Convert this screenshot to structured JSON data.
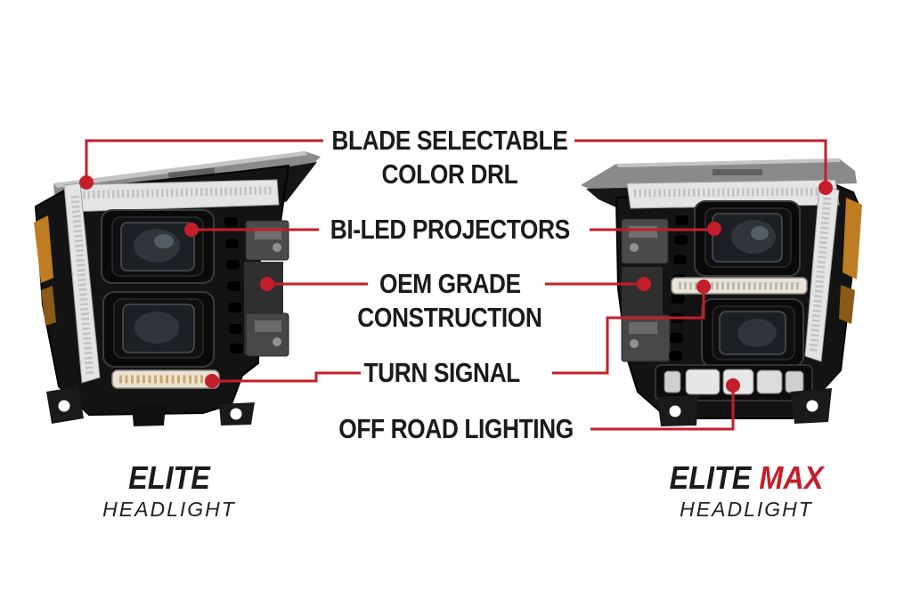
{
  "colors": {
    "accent": "#C41E2A",
    "heading": "#1B1B1B",
    "background": "#FFFFFF"
  },
  "callouts": {
    "blade_drl": {
      "line1": "BLADE SELECTABLE",
      "line2": "COLOR DRL"
    },
    "bi_led": {
      "line1": "BI-LED PROJECTORS"
    },
    "oem": {
      "line1": "OEM GRADE",
      "line2": "CONSTRUCTION"
    },
    "turn_signal": {
      "line1": "TURN SIGNAL"
    },
    "off_road": {
      "line1": "OFF ROAD LIGHTING"
    }
  },
  "products": {
    "left": {
      "name": "ELITE",
      "subtitle": "HEADLIGHT"
    },
    "right": {
      "name": "ELITE",
      "name_accent": "MAX",
      "subtitle": "HEADLIGHT"
    }
  }
}
